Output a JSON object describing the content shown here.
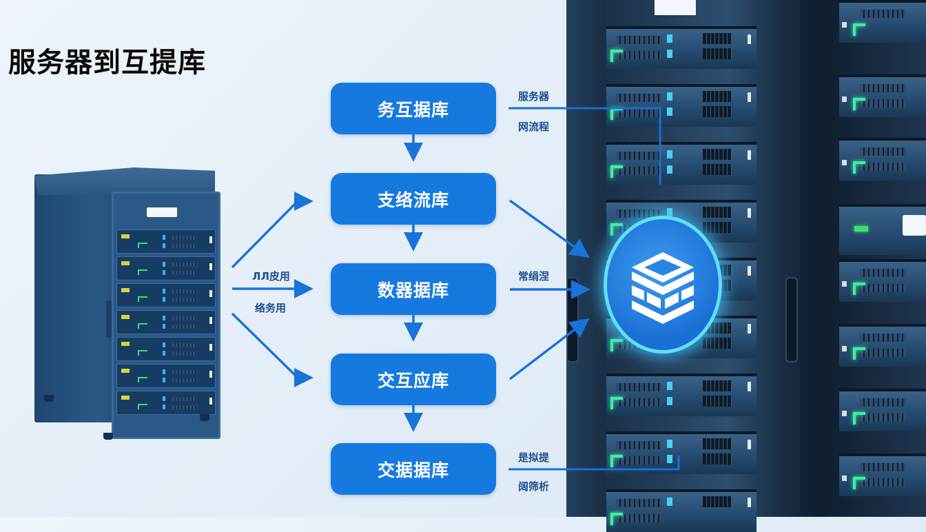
{
  "title": "服务器到互提库",
  "flow": {
    "nodes": [
      {
        "label": "务互据库"
      },
      {
        "label": "支络流库"
      },
      {
        "label": "数器据库"
      },
      {
        "label": "交互应库"
      },
      {
        "label": "交据据库"
      }
    ],
    "left_labels": {
      "upper": "ЛЛ皮用",
      "lower": "络务用"
    },
    "right_labels": {
      "node1_upper": "服务器",
      "node1_lower": "网流程",
      "node3_upper": "常绢涅",
      "node5_upper": "是拟提",
      "node5_lower": "阔筛析"
    }
  },
  "colors": {
    "node_fill": "#1679e0",
    "arrow": "#1a73d9",
    "label_text": "#1d4f8f",
    "hub_glow": "#5ee0ff",
    "rack_led_green": "#3df0a0"
  },
  "icons": {
    "hub": "database-stack-icon",
    "left": "server-cabinet-icon",
    "right": "server-rack-icon"
  }
}
